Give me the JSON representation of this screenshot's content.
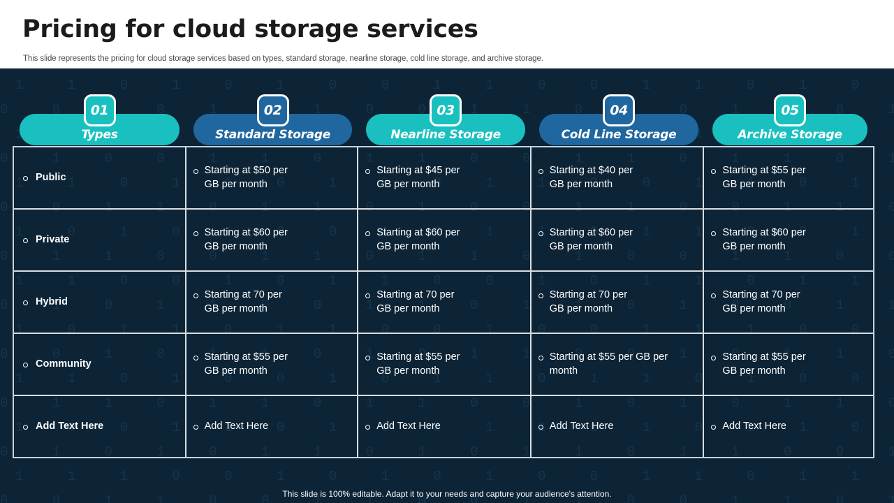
{
  "header": {
    "title": "Pricing for cloud storage services",
    "subtitle": "This slide represents the pricing for cloud storage services based on types, standard storage, nearline storage, cold line storage, and archive storage."
  },
  "theme": {
    "background": "#0d2436",
    "teal": "#1ac0c0",
    "blue": "#20679f",
    "header_bg": "#ffffff",
    "border": "#d6dee4",
    "text": "#ffffff"
  },
  "columns": [
    {
      "number": "01",
      "label": "Types",
      "color": "#1ac0c0"
    },
    {
      "number": "02",
      "label": "Standard Storage",
      "color": "#20679f"
    },
    {
      "number": "03",
      "label": "Nearline Storage",
      "color": "#1ac0c0"
    },
    {
      "number": "04",
      "label": "Cold Line Storage",
      "color": "#20679f"
    },
    {
      "number": "05",
      "label": "Archive Storage",
      "color": "#1ac0c0"
    }
  ],
  "rows": [
    {
      "type": "Public",
      "cells": [
        "Starting at $50 per\nGB per month",
        "Starting at $45 per\nGB per month",
        "Starting at $40 per\nGB per month",
        "Starting at $55 per\nGB per month"
      ]
    },
    {
      "type": "Private",
      "cells": [
        "Starting at $60 per\nGB per month",
        "Starting at $60 per\nGB per month",
        "Starting at $60 per\nGB per month",
        "Starting at $60 per\nGB per month"
      ]
    },
    {
      "type": "Hybrid",
      "cells": [
        "Starting at 70 per\nGB per month",
        "Starting at 70 per\nGB per month",
        "Starting at 70 per\n GB per month",
        "Starting at 70 per\nGB per month"
      ]
    },
    {
      "type": "Community",
      "cells": [
        "Starting at $55 per\nGB per month",
        "Starting at $55 per\nGB per month",
        "Starting at $55 per GB per\nmonth",
        "Starting at $55 per\nGB per month"
      ]
    },
    {
      "type": "Add Text Here",
      "cells": [
        "Add Text Here",
        "Add Text Here",
        "Add Text Here",
        "Add Text Here"
      ]
    }
  ],
  "footer": {
    "note": "This slide is 100% editable. Adapt it to your needs and capture your audience's attention."
  },
  "background_pattern": {
    "icon": "binary-digits-texture",
    "rows": [
      "0 1 0 1 1 0 0 1 0 1 1 0 1 0 0 1 0 1 1 0 0 1 0 1 0",
      "1 0 0 1 0 1 1 0 1 1 0 1 0 1 1 0 1 0 0 1 1 0 1 0 1",
      "0 1 1 0 1 0 0 1 1 0 1 1 0 0 1 0 1 1 0 1 0 1 1 0 0",
      "1 1 0 1 0 1 0 0 1 1 0 0 1 1 0 1 0 0 1 0 1 1 0 1 1",
      "0 0 1 0 1 1 1 0 0 1 1 0 1 0 1 1 0 1 1 0 0 1 0 0 1",
      "1 0 1 1 0 0 1 1 0 0 1 1 0 1 0 0 1 0 1 1 1 0 1 1 0",
      "0 1 0 0 1 1 0 1 1 0 0 1 1 0 1 1 0 1 0 0 1 1 0 1 0",
      "1 1 0 1 1 0 1 0 0 1 1 0 0 1 1 0 1 0 1 1 0 0 1 0 1",
      "0 0 1 1 0 1 1 0 1 0 0 1 1 0 0 1 1 0 0 1 1 0 1 1 0",
      "1 0 1 0 1 0 0 1 0 1 1 0 1 1 0 0 1 1 1 0 0 1 0 1 1",
      "0 1 1 0 0 1 1 0 1 1 0 1 0 0 1 1 0 0 1 1 0 1 1 0 0",
      "1 1 0 0 1 0 1 1 0 0 1 0 1 1 0 1 1 0 0 1 1 0 0 1 1",
      "0 1 0 1 1 0 0 1 1 0 1 1 0 1 0 0 1 1 0 0 1 1 0 1 0",
      "1 0 1 1 0 1 1 0 0 1 0 0 1 1 1 0 0 1 1 0 1 0 1 0 1",
      "0 0 1 0 1 1 0 1 0 1 1 0 0 1 0 1 1 0 1 1 0 1 0 0 1",
      "1 1 0 1 0 0 1 0 1 1 0 1 1 0 1 0 0 1 0 1 1 0 1 1 0",
      "0 1 1 0 1 1 0 1 1 0 0 1 0 1 0 1 1 0 1 0 0 1 1 0 1",
      "1 0 0 1 1 0 1 0 0 1 1 0 1 0 1 1 0 1 0 1 1 0 0 1 0",
      "0 1 0 1 0 1 1 0 1 0 1 1 0 1 1 0 0 1 1 0 1 0 1 1 0",
      "1 1 1 0 0 1 0 1 0 1 0 0 1 1 0 1 1 0 0 1 0 1 1 0 1",
      "0 0 1 1 0 0 1 1 0 0 1 1 0 0 1 1 0 1 1 0 1 1 0 0 1"
    ]
  }
}
